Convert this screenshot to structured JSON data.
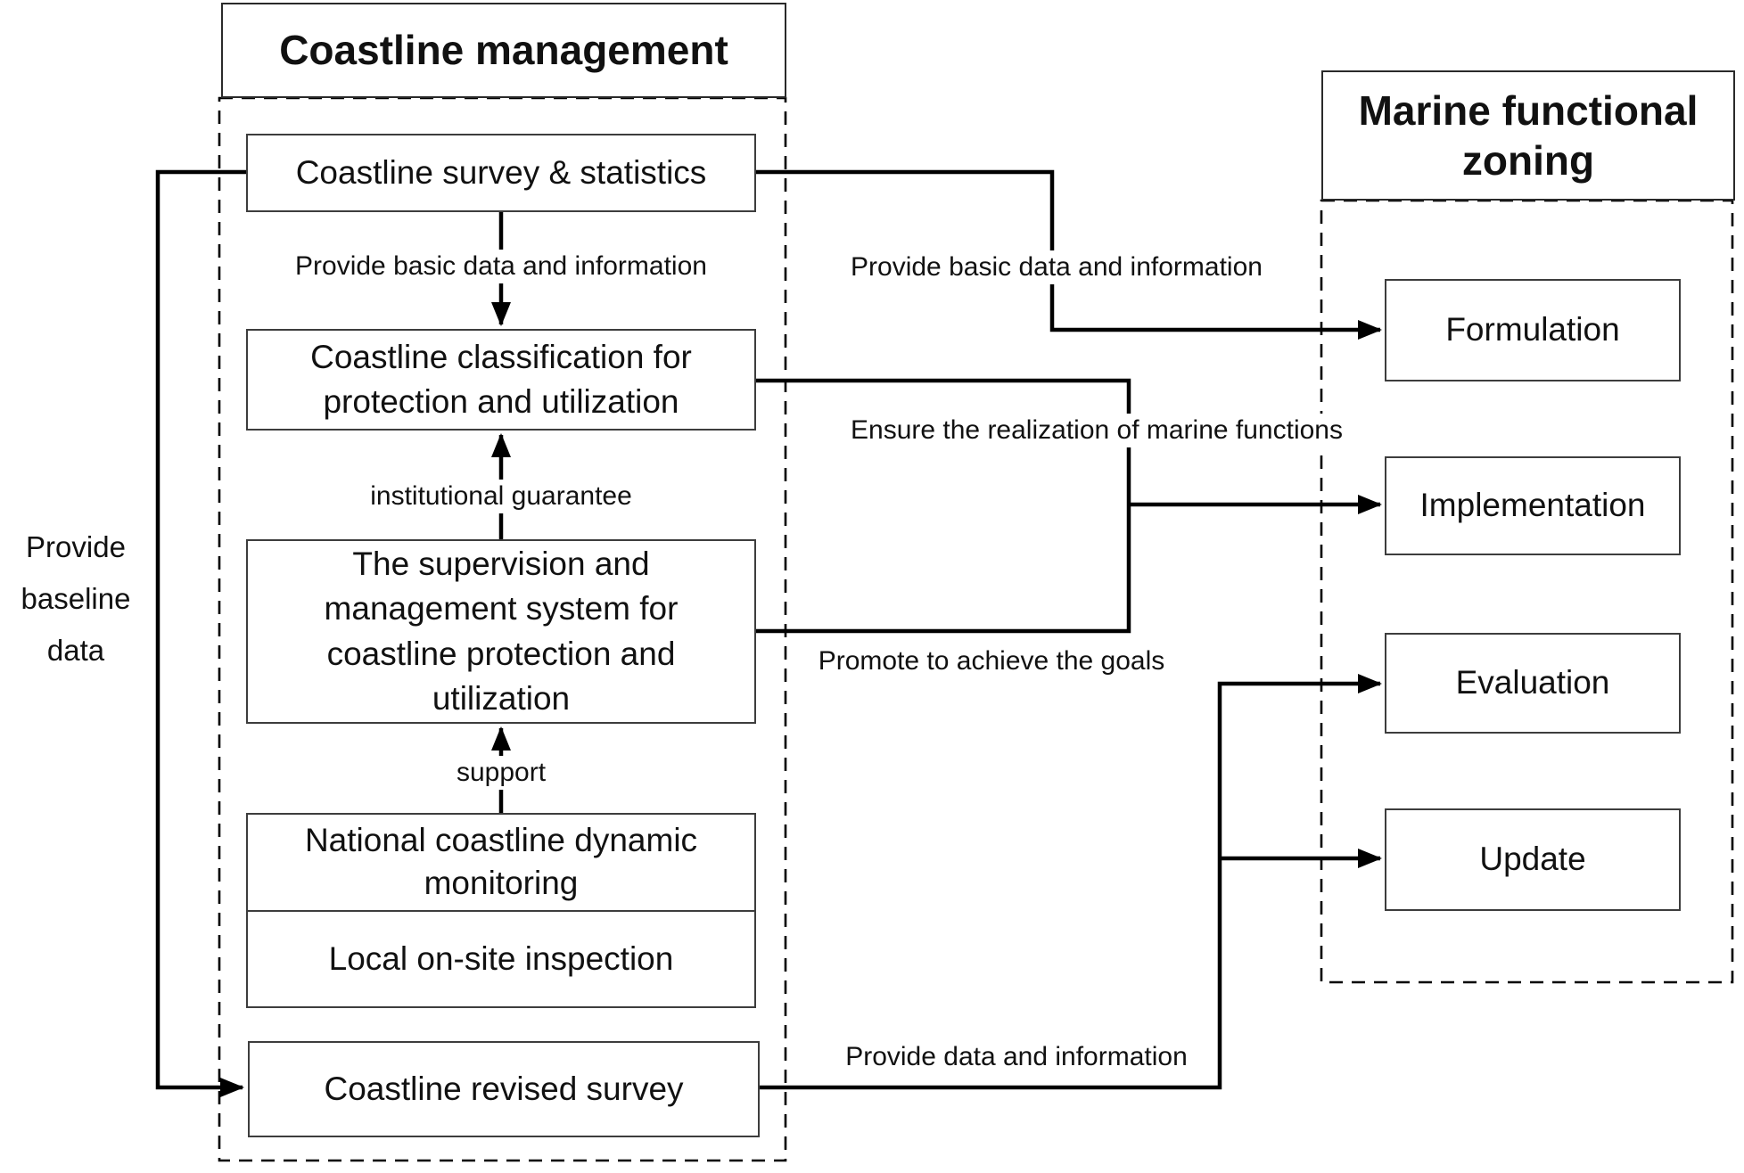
{
  "left": {
    "title": "Coastline management",
    "survey": "Coastline survey & statistics",
    "classification": "Coastline classification for protection and utilization",
    "supervision": "The supervision and management system for coastline protection and utilization",
    "monitoring": "National coastline dynamic monitoring",
    "inspection": "Local on-site inspection",
    "revised": "Coastline revised survey"
  },
  "right": {
    "title": "Marine functional zoning",
    "formulation": "Formulation",
    "implementation": "Implementation",
    "evaluation": "Evaluation",
    "update": "Update"
  },
  "labels": {
    "provide_basic_left": "Provide basic data and information",
    "institutional_guarantee": "institutional guarantee",
    "support": "support",
    "provide_basic_right": "Provide basic data and information",
    "ensure_realization": "Ensure the realization of marine functions",
    "promote_goals": "Promote to achieve the goals",
    "provide_data": "Provide data and information",
    "provide_baseline": "Provide\nbaseline\ndata"
  },
  "colors": {
    "connector": "#000000",
    "box_border": "#3d3d3d",
    "background": "#ffffff",
    "text": "#111111"
  }
}
